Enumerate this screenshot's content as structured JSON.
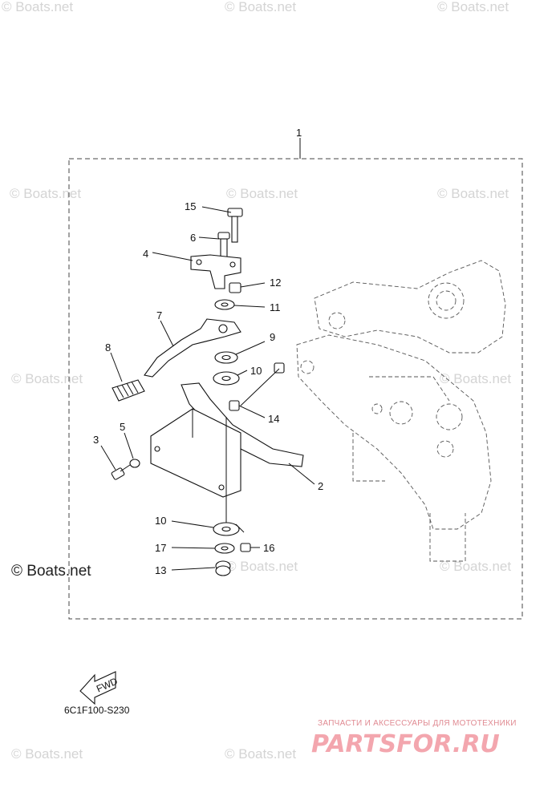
{
  "watermarks": {
    "text": "© Boats.net",
    "emphasized": "© Boats.net"
  },
  "callouts": {
    "c1": "1",
    "c2": "2",
    "c3": "3",
    "c4": "4",
    "c5": "5",
    "c6": "6",
    "c7": "7",
    "c8": "8",
    "c9": "9",
    "c10a": "10",
    "c10b": "10",
    "c11": "11",
    "c12": "12",
    "c13": "13",
    "c14": "14",
    "c15": "15",
    "c16": "16",
    "c17": "17"
  },
  "fwd_label": "FWD",
  "diagram_code": "6C1F100-S230",
  "branding": {
    "tagline": "ЗАПЧАСТИ И АКСЕССУАРЫ ДЛЯ МОТОТЕХНИКИ",
    "name": "PARTSFOR.RU"
  }
}
